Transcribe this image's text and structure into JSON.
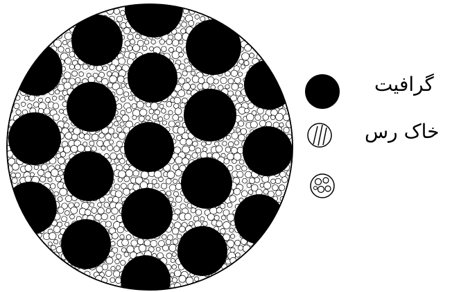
{
  "legend": {
    "items": [
      {
        "label": "گرافیت",
        "icon": "solid-black-circle-icon",
        "color": "#000000"
      },
      {
        "label": "خاک رس",
        "icon": "hatched-circle-icon",
        "color": "#000000"
      },
      {
        "label": "",
        "icon": "small-circles-pattern-icon",
        "color": "#000000"
      }
    ]
  },
  "diagram": {
    "particle_color": "#000000",
    "matrix_pattern": "small-circles-and-hatching"
  }
}
